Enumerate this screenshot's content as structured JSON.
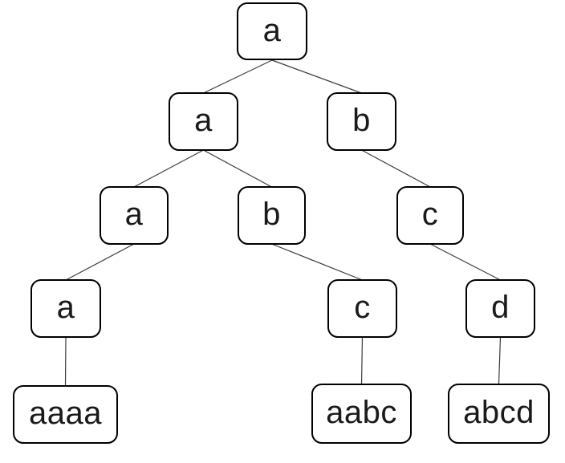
{
  "diagram": {
    "type": "tree",
    "levels": 5,
    "colors": {
      "background": "#ffffff",
      "node_fill": "#ffffff",
      "node_border": "#000000",
      "edge": "#3c3c3c",
      "text": "#1a1a1a"
    },
    "nodes": [
      {
        "id": "root",
        "label": "a",
        "level": 1
      },
      {
        "id": "n2a",
        "label": "a",
        "level": 2
      },
      {
        "id": "n2b",
        "label": "b",
        "level": 2
      },
      {
        "id": "n3a",
        "label": "a",
        "level": 3
      },
      {
        "id": "n3b",
        "label": "b",
        "level": 3
      },
      {
        "id": "n3c",
        "label": "c",
        "level": 3
      },
      {
        "id": "n4a",
        "label": "a",
        "level": 4
      },
      {
        "id": "n4c",
        "label": "c",
        "level": 4
      },
      {
        "id": "n4d",
        "label": "d",
        "level": 4
      },
      {
        "id": "leaf-aaaa",
        "label": "aaaa",
        "level": 5
      },
      {
        "id": "leaf-aabc",
        "label": "aabc",
        "level": 5
      },
      {
        "id": "leaf-abcd",
        "label": "abcd",
        "level": 5
      }
    ],
    "edges": [
      [
        "root",
        "n2a"
      ],
      [
        "root",
        "n2b"
      ],
      [
        "n2a",
        "n3a"
      ],
      [
        "n2a",
        "n3b"
      ],
      [
        "n2b",
        "n3c"
      ],
      [
        "n3a",
        "n4a"
      ],
      [
        "n3b",
        "n4c"
      ],
      [
        "n3c",
        "n4d"
      ],
      [
        "n4a",
        "leaf-aaaa"
      ],
      [
        "n4c",
        "leaf-aabc"
      ],
      [
        "n4d",
        "leaf-abcd"
      ]
    ]
  }
}
